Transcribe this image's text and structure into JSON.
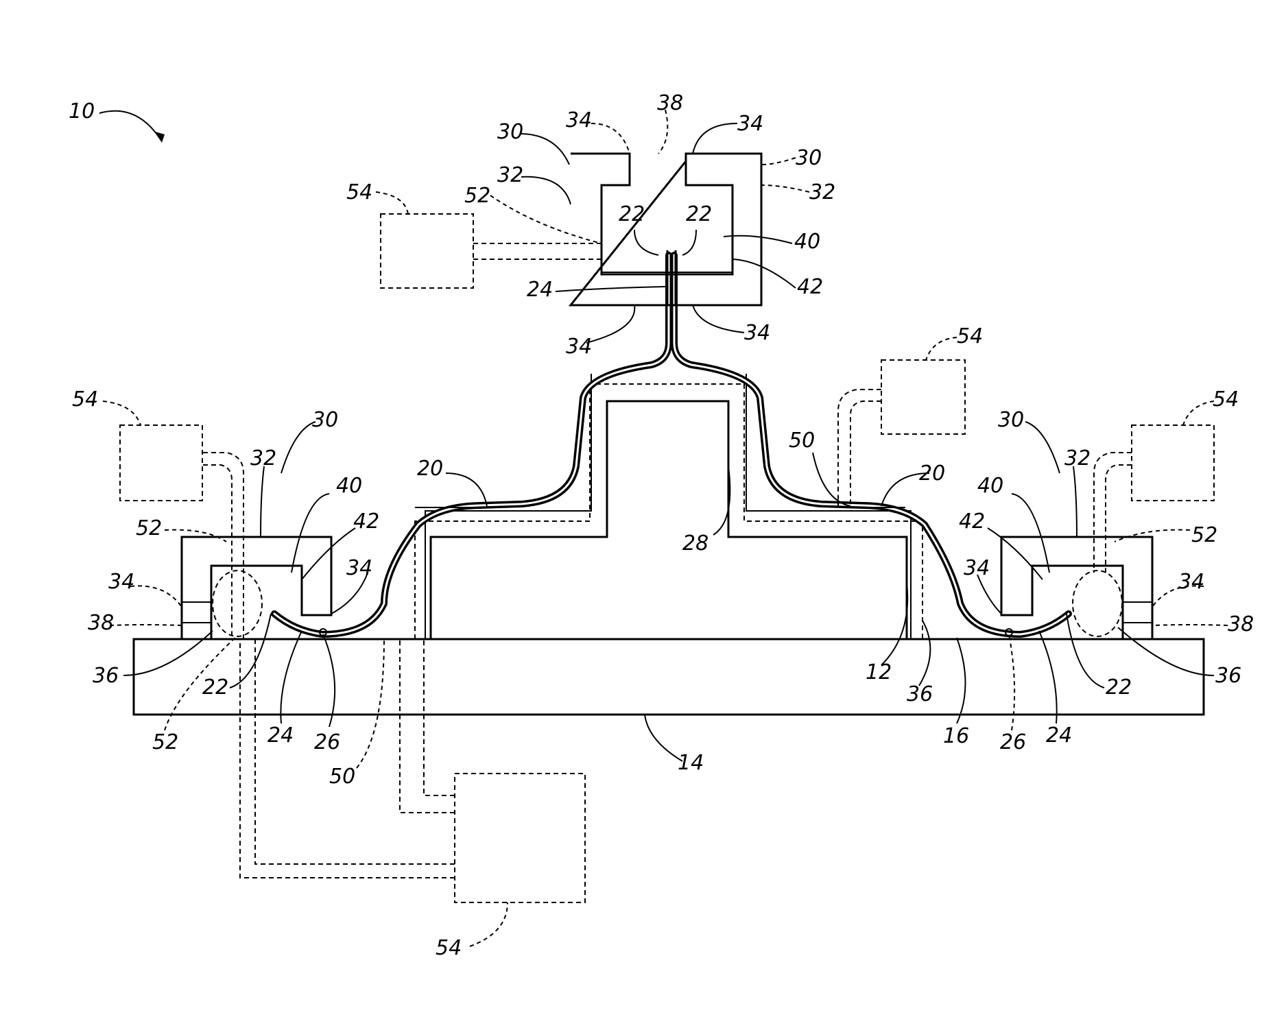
{
  "figure": {
    "reference_numerals": {
      "device": "10",
      "workpiece": "12",
      "base": "14",
      "cavity": "16",
      "film": "20",
      "film_end": "22",
      "film_edge": "24",
      "marker": "26",
      "mold_surface": "28",
      "clamp": "30",
      "clamp_housing": "32",
      "clamp_wall": "34",
      "clamp_seal": "36",
      "gap": "38",
      "insert": "40",
      "insert_face": "42",
      "line": "50",
      "conduit": "52",
      "controller": "54"
    }
  }
}
